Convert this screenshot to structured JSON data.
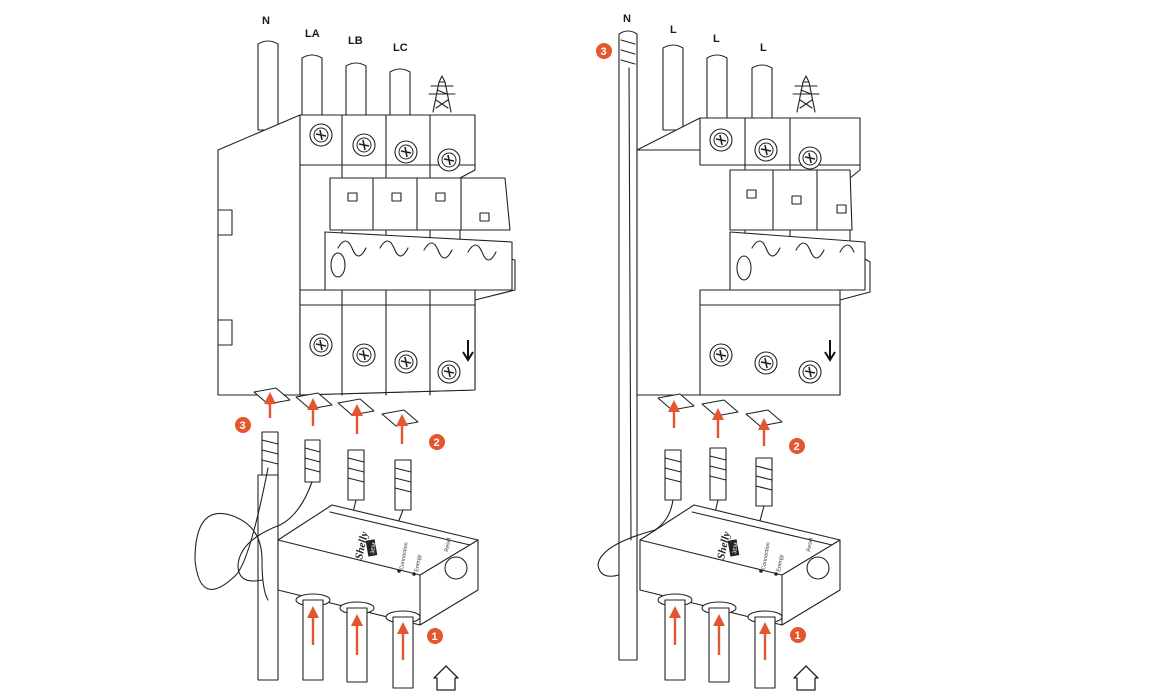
{
  "left_diagram": {
    "conductor_labels": [
      "N",
      "LA",
      "LB",
      "LC"
    ],
    "step_markers": [
      "3",
      "2",
      "1"
    ],
    "device": {
      "brand": "Shelly",
      "model": "3EM",
      "led_labels": [
        "Connection",
        "Energy"
      ],
      "button_label": "Reset"
    }
  },
  "right_diagram": {
    "conductor_labels": [
      "N",
      "L",
      "L",
      "L"
    ],
    "step_markers": [
      "3",
      "2",
      "1"
    ],
    "device": {
      "brand": "Shelly",
      "model": "3EM",
      "led_labels": [
        "Connection",
        "Energy"
      ],
      "button_label": "Reset"
    }
  },
  "colors": {
    "arrow": "#e4572e",
    "marker": "#e4572e",
    "neutral_wire": "#2a8fd0",
    "phase_wire": "#7a3a1e",
    "outline": "#222222"
  },
  "icons": [
    "power-pylon-icon",
    "house-icon"
  ]
}
